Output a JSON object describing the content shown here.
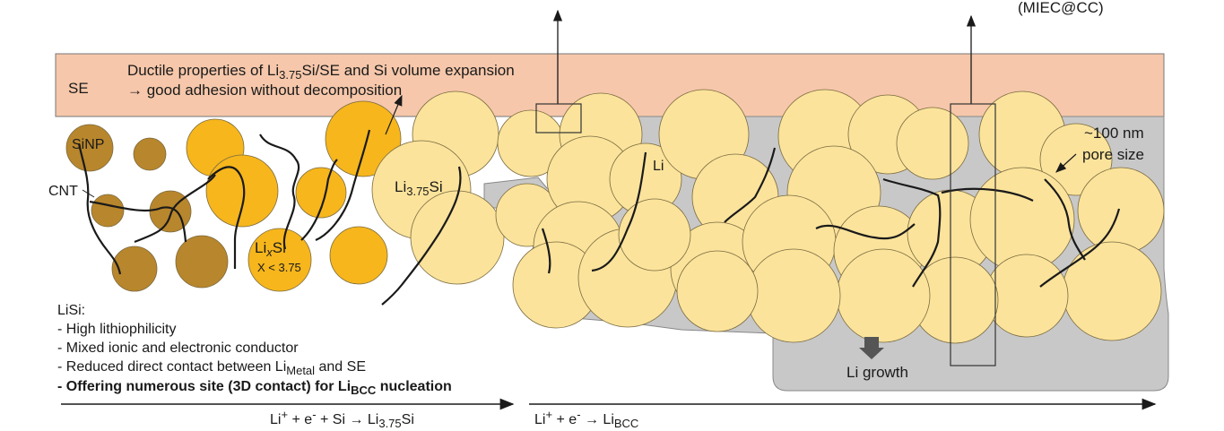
{
  "se_label": "SE",
  "mixed_conductor_label": "(MIEC@CC)",
  "ductile": {
    "line1_a": "Ductile properties of Li",
    "line1_sub": "3.75",
    "line1_b": "Si/SE and Si volume expansion",
    "line2": "→ good adhesion without decomposition"
  },
  "sinp_label": "SiNP",
  "cnt_label": "CNT",
  "lixsi": {
    "main": "Li",
    "sub": "x",
    "tail": "Si",
    "note": "X < 3.75"
  },
  "li375si": {
    "main": "Li",
    "sub": "3.75",
    "tail": "Si"
  },
  "li_label": "Li",
  "pore": {
    "line1": "~100 nm",
    "line2": "pore size"
  },
  "li_growth": "Li growth",
  "lisi_list": {
    "title": "LiSi:",
    "item1": "- High lithiophilicity",
    "item2": "- Mixed ionic and electronic conductor",
    "item3_a": "- Reduced direct contact between Li",
    "item3_sub": "Metal",
    "item3_b": " and SE",
    "item4_a": "- Offering numerous site (3D contact) for Li",
    "item4_sub": "BCC",
    "item4_b": " nucleation"
  },
  "reaction1": {
    "a": "Li",
    "a_sup": "+",
    "b": " + e",
    "b_sup": "-",
    "c": " + Si → Li",
    "c_sub": "3.75",
    "d": "Si"
  },
  "reaction2": {
    "a": "Li",
    "a_sup": "+",
    "b": " + e",
    "b_sup": "-",
    "c": " → Li",
    "c_sub": "BCC"
  },
  "colors": {
    "se_fill": "#f6c7aa",
    "sinp_fill": "#b8862c",
    "lixsi_fill": "#f6b61c",
    "li375si_fill": "#fbe39b",
    "li_metal_fill": "#c8c8c8",
    "cnt_stroke": "#1a1a1a"
  }
}
